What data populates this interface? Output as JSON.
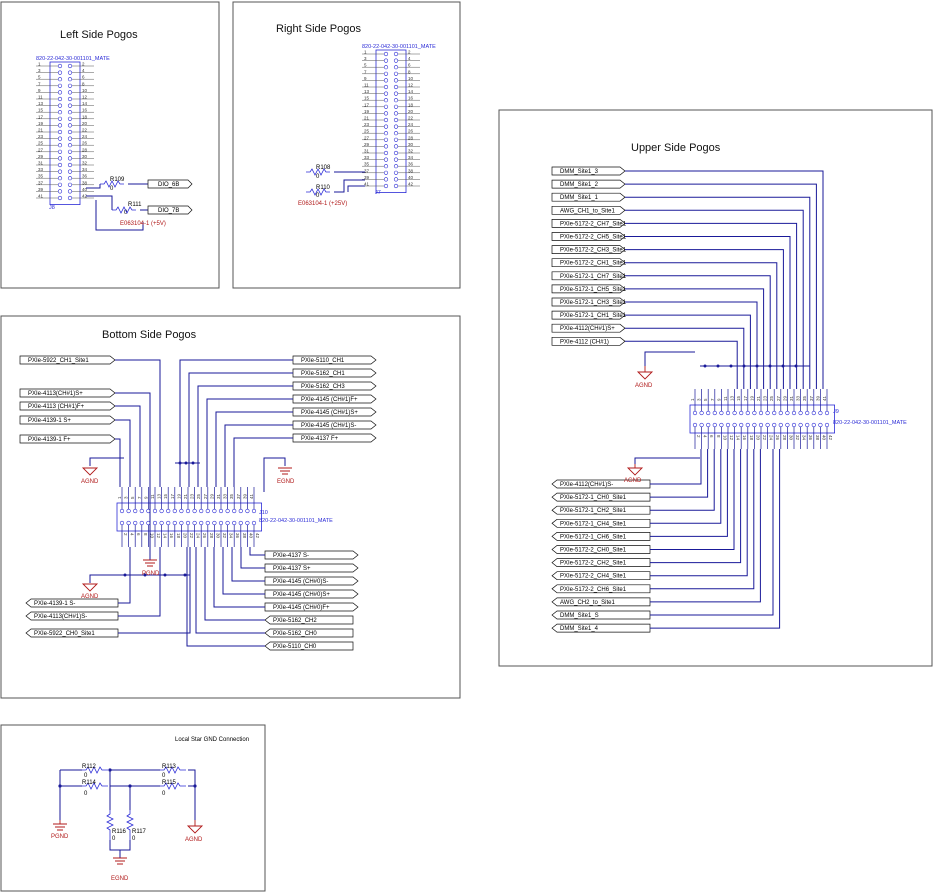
{
  "panels": {
    "left": {
      "title": "Left Side Pogos",
      "part": "820-22-042-30-001101_MATE",
      "ref": "J8",
      "r109": {
        "name": "R109",
        "value": "0"
      },
      "r111": {
        "name": "R111",
        "value": "0"
      },
      "port_top": "DIO_6B",
      "port_bottom": "DIO_7B",
      "pulldown": "E063104-1 (+5V)"
    },
    "right": {
      "title": "Right Side Pogos",
      "part": "820-22-042-30-001101_MATE",
      "ref": "J7",
      "r108": {
        "name": "R108",
        "value": "0"
      },
      "r110": {
        "name": "R110",
        "value": "0"
      },
      "pulldown": "E063104-1 (+25V)"
    },
    "upper": {
      "title": "Upper Side Pogos",
      "part": "820-22-042-30-001101_MATE",
      "ref": "J9",
      "gnd": [
        "AGND",
        "AGND"
      ],
      "top_ports": [
        "DMM_Site1_3",
        "DMM_Site1_2",
        "DMM_Site1_1",
        "AWG_CH1_to_Site1",
        "PXIe-5172-2_CH7_Site1",
        "PXIe-5172-2_CH5_Site1",
        "PXIe-5172-2_CH3_Site1",
        "PXIe-5172-2_CH1_Site1",
        "PXIe-5172-1_CH7_Site1",
        "PXIe-5172-1_CH5_Site1",
        "PXIe-5172-1_CH3_Site1",
        "PXIe-5172-1_CH1_Site1",
        "PXIe-4112(CH#1)S+",
        "PXIe-4112 (CH#1)"
      ],
      "bottom_ports": [
        "PXIe-4112(CH#1)S-",
        "PXIe-5172-1_CH0_Site1",
        "PXIe-5172-1_CH2_Site1",
        "PXIe-5172-1_CH4_Site1",
        "PXIe-5172-1_CH6_Site1",
        "PXIe-5172-2_CH0_Site1",
        "PXIe-5172-2_CH2_Site1",
        "PXIe-5172-2_CH4_Site1",
        "PXIe-5172-2_CH6_Site1",
        "AWG_CH2_to_Site1",
        "DMM_Site1_S",
        "DMM_Site1_4"
      ]
    },
    "bottom": {
      "title": "Bottom Side Pogos",
      "part": "820-22-042-30-001101_MATE",
      "ref": "J10",
      "gnd": [
        "AGND",
        "EGND",
        "AGND",
        "PGND"
      ],
      "left_top_ports": [
        "PXIe-5922_CH1_Site1",
        "PXIe-4113(CH#1)S+",
        "PXIe-4113 (CH#1)F+",
        "PXIe-4139-1 S+",
        "PXIe-4139-1 F+"
      ],
      "right_top_ports": [
        "PXIe-5110_CH1",
        "PXIe-5162_CH1",
        "PXIe-5162_CH3",
        "PXIe-4145 (CH#1)F+",
        "PXIe-4145 (CH#1)S+",
        "PXIe-4145 (CH#1)S-",
        "PXIe-4137 F+"
      ],
      "left_bottom_ports": [
        "PXIe-4139-1 S-",
        "PXIe-4113(CH#1)S-",
        "PXIe-5922_CH0_Site1"
      ],
      "right_bottom_ports": [
        "PXIe-4137 S-",
        "PXIe-4137 S+",
        "PXIe-4145 (CH#0)S-",
        "PXIe-4145 (CH#0)S+",
        "PXIe-4145 (CH#0)F+",
        "PXIe-5162_CH2",
        "PXIe-5162_CH0",
        "PXIe-5110_CH0"
      ]
    },
    "star": {
      "title": "Local Star GND Connection",
      "resistors": [
        {
          "name": "R112",
          "value": "0"
        },
        {
          "name": "R113",
          "value": "0"
        },
        {
          "name": "R114",
          "value": "0"
        },
        {
          "name": "R115",
          "value": "0"
        },
        {
          "name": "R116",
          "value": "0"
        },
        {
          "name": "R117",
          "value": "0"
        }
      ],
      "gnd": [
        "PGND",
        "AGND",
        "EGND"
      ]
    }
  },
  "colors": {
    "wire": "#1a1a99",
    "component": "#2b2bd6",
    "ground": "#b01818",
    "frame": "#555555"
  }
}
